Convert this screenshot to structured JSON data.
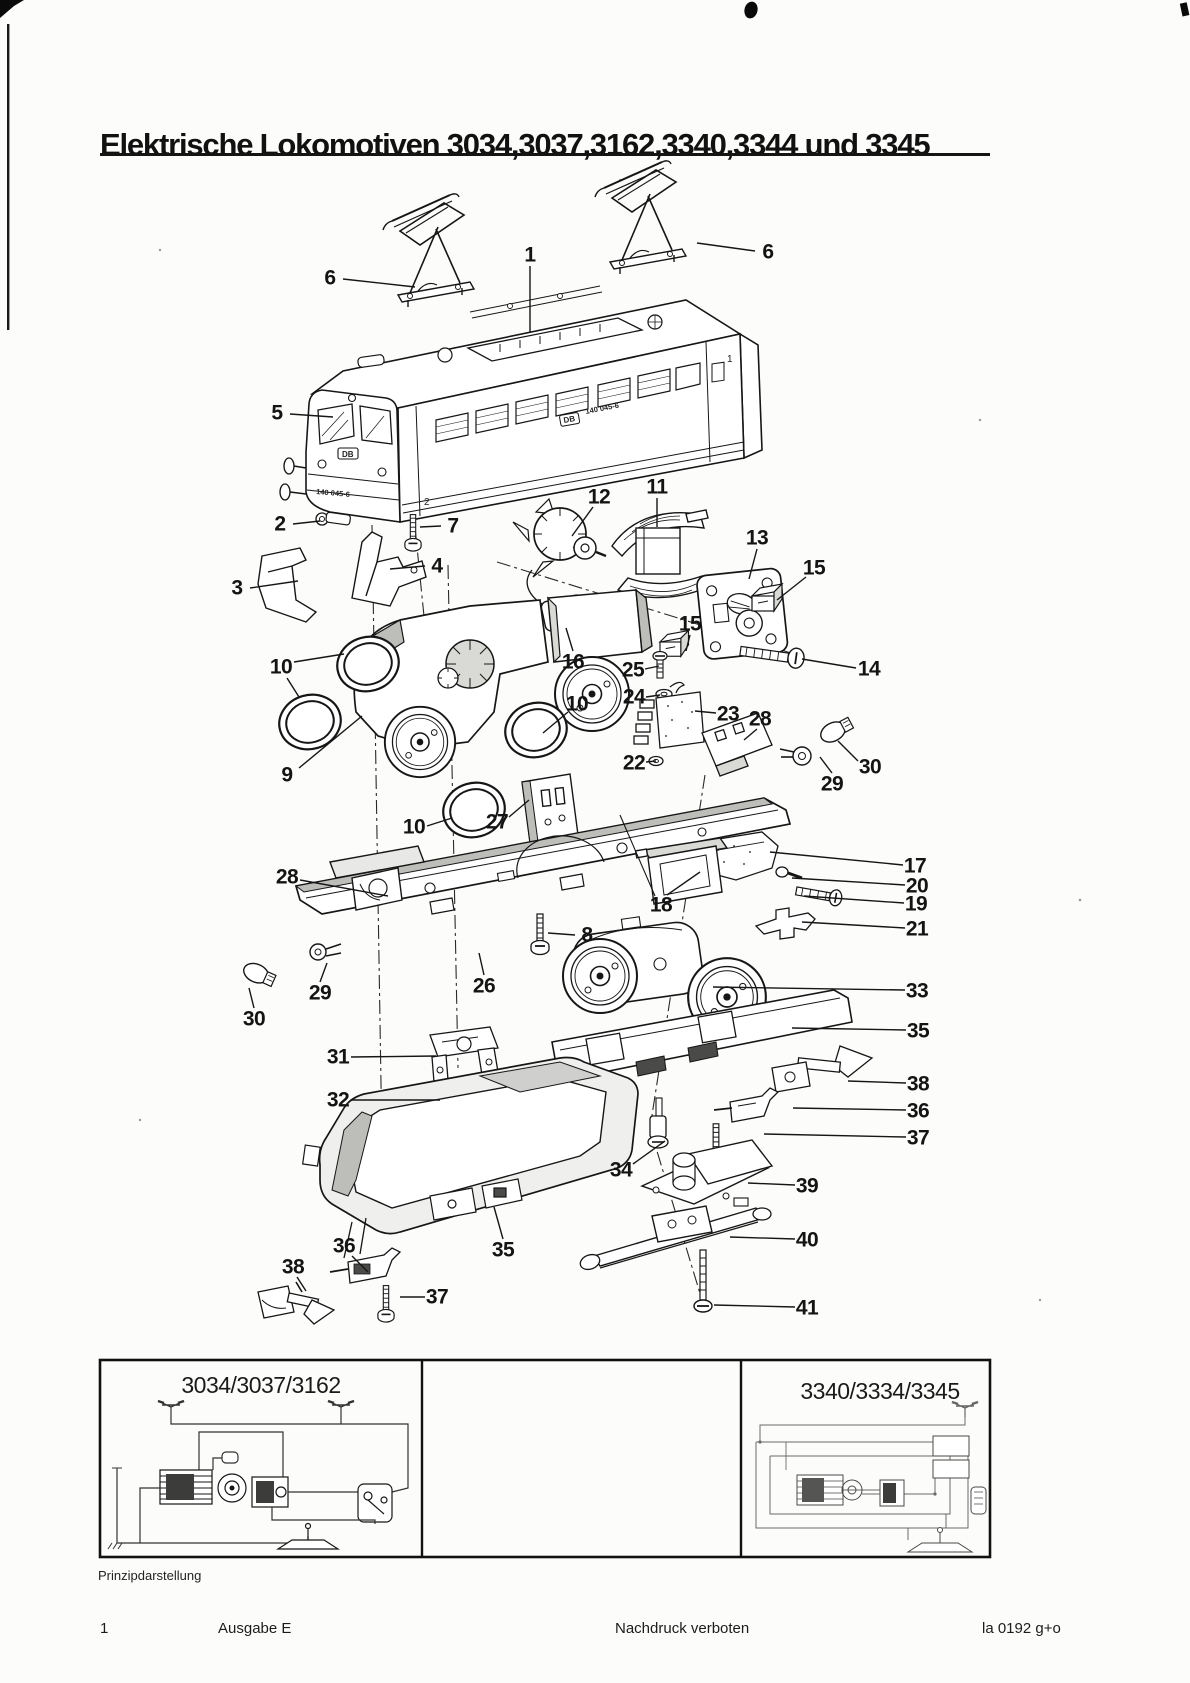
{
  "page": {
    "title": "Elektrische Lokomotiven 3034,3037,3162,3340,3344 und 3345",
    "caption": "Prinzipdarstellung",
    "footer": {
      "page_number": "1",
      "edition": "Ausgabe E",
      "copyright": "Nachdruck verboten",
      "print_code": "la 0192 g+o"
    }
  },
  "diagram": {
    "loco": {
      "road_number_front": "140 045-6",
      "road_number_side": "140 045-6",
      "brand_front": "DB",
      "brand_side": "DB",
      "door_digit_front": "2",
      "door_digit_rear": "1"
    },
    "callouts": [
      {
        "id": "1",
        "label": "1"
      },
      {
        "id": "6-left",
        "label": "6"
      },
      {
        "id": "6-right",
        "label": "6"
      },
      {
        "id": "5",
        "label": "5"
      },
      {
        "id": "2",
        "label": "2"
      },
      {
        "id": "7",
        "label": "7"
      },
      {
        "id": "3",
        "label": "3"
      },
      {
        "id": "4",
        "label": "4"
      },
      {
        "id": "12",
        "label": "12"
      },
      {
        "id": "11",
        "label": "11"
      },
      {
        "id": "13",
        "label": "13"
      },
      {
        "id": "15-upper",
        "label": "15"
      },
      {
        "id": "15-lower",
        "label": "15"
      },
      {
        "id": "14",
        "label": "14"
      },
      {
        "id": "16",
        "label": "16"
      },
      {
        "id": "25",
        "label": "25"
      },
      {
        "id": "24",
        "label": "24"
      },
      {
        "id": "23",
        "label": "23"
      },
      {
        "id": "28-right",
        "label": "28"
      },
      {
        "id": "22",
        "label": "22"
      },
      {
        "id": "30-right",
        "label": "30"
      },
      {
        "id": "29-right",
        "label": "29"
      },
      {
        "id": "10-upper",
        "label": "10"
      },
      {
        "id": "9",
        "label": "9"
      },
      {
        "id": "10-middle",
        "label": "10"
      },
      {
        "id": "10-lower",
        "label": "10"
      },
      {
        "id": "27",
        "label": "27"
      },
      {
        "id": "17",
        "label": "17"
      },
      {
        "id": "20",
        "label": "20"
      },
      {
        "id": "19",
        "label": "19"
      },
      {
        "id": "18",
        "label": "18"
      },
      {
        "id": "21",
        "label": "21"
      },
      {
        "id": "28-left",
        "label": "28"
      },
      {
        "id": "8",
        "label": "8"
      },
      {
        "id": "26",
        "label": "26"
      },
      {
        "id": "29-left",
        "label": "29"
      },
      {
        "id": "30-left",
        "label": "30"
      },
      {
        "id": "33",
        "label": "33"
      },
      {
        "id": "35-right",
        "label": "35"
      },
      {
        "id": "31",
        "label": "31"
      },
      {
        "id": "38-right",
        "label": "38"
      },
      {
        "id": "32",
        "label": "32"
      },
      {
        "id": "36-right",
        "label": "36"
      },
      {
        "id": "37-right",
        "label": "37"
      },
      {
        "id": "34",
        "label": "34"
      },
      {
        "id": "39",
        "label": "39"
      },
      {
        "id": "40",
        "label": "40"
      },
      {
        "id": "36-left",
        "label": "36"
      },
      {
        "id": "35-left",
        "label": "35"
      },
      {
        "id": "38-left",
        "label": "38"
      },
      {
        "id": "37-left",
        "label": "37"
      },
      {
        "id": "41",
        "label": "41"
      }
    ]
  },
  "wiring": {
    "left_panel_title": "3034/3037/3162",
    "right_panel_title": "3340/3334/3345"
  },
  "colors": {
    "paper": "#fcfcfa",
    "ink": "#161616",
    "shade_light": "#d9d9d6",
    "shade_mid": "#bdbdba",
    "shade_dark": "#8f8f8c"
  }
}
